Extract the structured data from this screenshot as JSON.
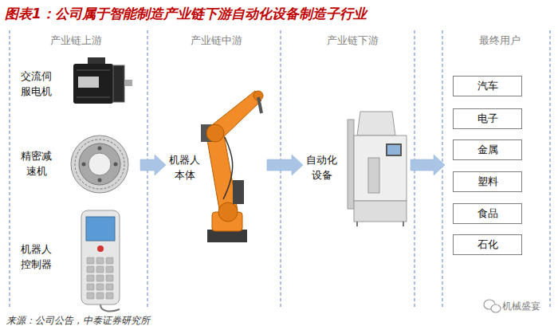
{
  "diagram": {
    "title": "图表1：公司属于智能制造产业链下游自动化设备制造子行业",
    "caption": "来源：公司公告，中泰证券研究所",
    "nodes": [
      {
        "text": [
          "产业链上游"
        ]
      },
      {
        "text": [
          "交流伺服电机"
        ],
        "in": 0
      },
      {
        "text": [
          "精密减速机"
        ],
        "in": 0
      },
      {
        "text": [
          "机器人控制器"
        ],
        "in": 0
      },
      {
        "text": [
          "产业链中游"
        ]
      },
      {
        "text": [
          "机器人本体"
        ],
        "in": 4
      },
      {
        "text": [
          "产业链下游"
        ]
      },
      {
        "text": [
          "自动化设备"
        ],
        "in": 6
      },
      {
        "text": [
          "最终用户"
        ]
      },
      {
        "text": [
          "汽车"
        ],
        "in": 8
      },
      {
        "text": [
          "电子"
        ],
        "in": 8
      },
      {
        "text": [
          "金属"
        ],
        "in": 8
      },
      {
        "text": [
          "塑料"
        ],
        "in": 8
      },
      {
        "text": [
          "食品"
        ],
        "in": 8
      },
      {
        "text": [
          "石化"
        ],
        "in": 8
      }
    ],
    "edges": [
      {
        "from": 0,
        "to": 5,
        "arrow": "to"
      },
      {
        "from": 5,
        "to": 7,
        "arrow": "to"
      },
      {
        "from": 7,
        "to": 8,
        "arrow": "to"
      }
    ],
    "labels": [
      "机械盛宴"
    ]
  }
}
